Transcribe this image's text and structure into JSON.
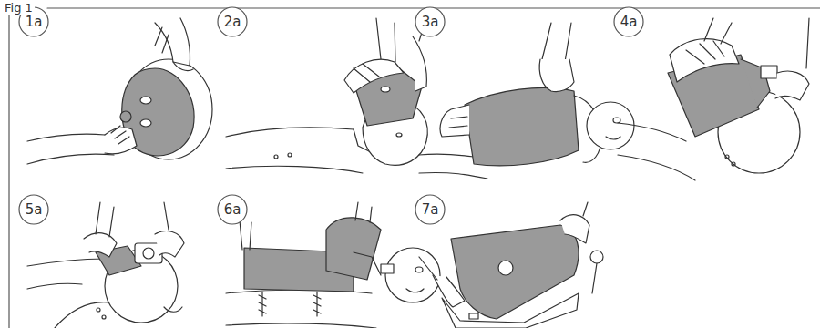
{
  "diagram": {
    "nodes": [
      {
        "text": [
          "1a"
        ]
      },
      {
        "text": [
          "2a"
        ]
      },
      {
        "text": [
          "3a"
        ]
      },
      {
        "text": [
          "4a"
        ]
      },
      {
        "text": [
          "5a"
        ]
      },
      {
        "text": [
          "6a"
        ]
      },
      {
        "text": [
          "7a"
        ]
      }
    ],
    "labels": [
      "Fig 1"
    ]
  }
}
